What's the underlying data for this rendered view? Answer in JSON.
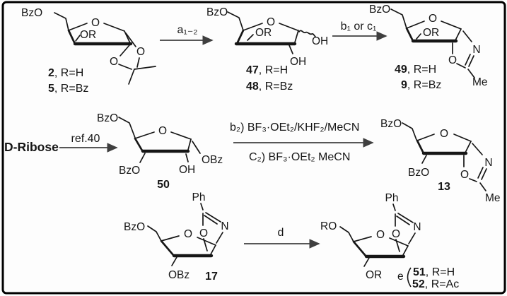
{
  "frame_color": "#000000",
  "reagents": {
    "start_material": "D-Ribose",
    "arrow1": "a₁₋₂",
    "arrow2": "b₁ or c₁",
    "arrow3": "ref.40",
    "arrow4_top": "b₂) BF₃·OEt₂/KHF₂/MeCN",
    "arrow4_bottom": "C₂) BF₃·OEt₂ MeCN",
    "arrow5": "d",
    "arrow6": "e"
  },
  "structures": {
    "s1": {
      "bzo": "BzO",
      "ring_o": "O",
      "or": "OR",
      "acetonide_o1": "O",
      "acetonide_o2": "O",
      "compounds": [
        {
          "num": "2",
          "rest": ", R=H"
        },
        {
          "num": "5",
          "rest": ", R=Bz"
        }
      ]
    },
    "s2": {
      "bzo": "BzO",
      "ring_o": "O",
      "or": "OR",
      "anomeric_oh": "OH",
      "oh2": "OH",
      "compounds": [
        {
          "num": "47",
          "rest": ", R=H"
        },
        {
          "num": "48",
          "rest": ", R=Bz"
        }
      ]
    },
    "s3": {
      "bzo": "BzO",
      "ring_o": "O",
      "or": "OR",
      "n": "N",
      "o": "O",
      "me": "Me",
      "compounds": [
        {
          "num": "49",
          "rest": ", R=H"
        },
        {
          "num": "9",
          "rest": ",  R=Bz"
        }
      ]
    },
    "s4": {
      "bzo_top": "BzO",
      "ring_o": "O",
      "obz": "OBz",
      "oh": "OH",
      "bzo_bottom": "BzO",
      "num": "50"
    },
    "s5": {
      "bzo_top": "BzO",
      "ring_o": "O",
      "bzo_bottom": "BzO",
      "n": "N",
      "o": "O",
      "me": "Me",
      "num": "13"
    },
    "s6": {
      "ph": "Ph",
      "bzo": "BzO",
      "ring_o": "O",
      "oxazoline_o": "O",
      "n": "N",
      "obz": "OBz",
      "num": "17"
    },
    "s7": {
      "ph": "Ph",
      "ro": "RO",
      "ring_o": "O",
      "oxazoline_o": "O",
      "n": "N",
      "or": "OR",
      "compounds": [
        {
          "num": "51",
          "rest": ", R=H"
        },
        {
          "num": "52",
          "rest": ", R=Ac"
        }
      ]
    }
  }
}
